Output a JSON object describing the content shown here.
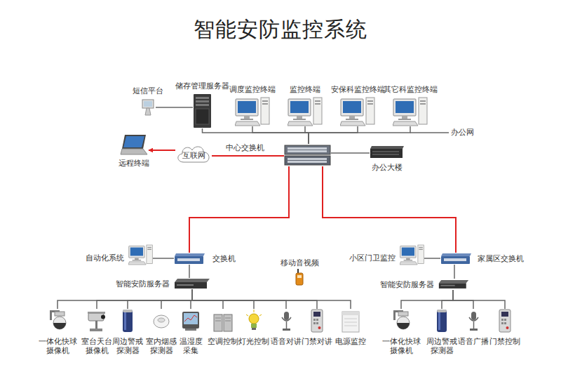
{
  "diagram": {
    "title": "智能安防监控系统",
    "nodes": [
      {
        "text": [
          "短信平台"
        ]
      },
      {
        "text": [
          "储存管理服务器"
        ]
      },
      {
        "text": [
          "调度监控终端"
        ]
      },
      {
        "text": [
          "监控终端"
        ]
      },
      {
        "text": [
          "安保科监控终端"
        ]
      },
      {
        "text": [
          "其它科监控终端"
        ]
      },
      {
        "text": [
          "远程终端"
        ]
      },
      {
        "text": [
          "互联网"
        ]
      },
      {
        "text": [
          "中心交换机"
        ]
      },
      {
        "text": [
          "办公大楼"
        ]
      },
      {
        "text": [
          "自动化系统"
        ]
      },
      {
        "text": [
          "交换机"
        ]
      },
      {
        "text": [
          "移动音视频"
        ]
      },
      {
        "text": [
          "智能安防服务器"
        ]
      },
      {
        "text": [
          "一体化快球 摄像机"
        ]
      },
      {
        "text": [
          "室台天台 摄像机"
        ]
      },
      {
        "text": [
          "周边警戒 探测器"
        ]
      },
      {
        "text": [
          "室内烟感 探测器"
        ]
      },
      {
        "text": [
          "温湿度 采集"
        ]
      },
      {
        "text": [
          "空调控制"
        ]
      },
      {
        "text": [
          "灯光控制"
        ]
      },
      {
        "text": [
          "语音对讲"
        ]
      },
      {
        "text": [
          "门禁对讲"
        ]
      },
      {
        "text": [
          "电源监控"
        ]
      },
      {
        "text": [
          "小区门卫监控"
        ]
      },
      {
        "text": [
          "家属区交换机"
        ]
      },
      {
        "text": [
          "智能安防服务器"
        ]
      },
      {
        "text": [
          "一体化快球 摄像机"
        ]
      },
      {
        "text": [
          "周边警戒 探测器"
        ]
      },
      {
        "text": [
          "语音广播"
        ]
      },
      {
        "text": [
          "门禁控制"
        ]
      }
    ],
    "edges": [
      {
        "from": 0,
        "to": 1,
        "arrow": "none"
      },
      {
        "from": 1,
        "to": 8,
        "arrow": "none"
      },
      {
        "from": 2,
        "to": 8,
        "arrow": "none"
      },
      {
        "from": 3,
        "to": 8,
        "arrow": "none"
      },
      {
        "from": 4,
        "to": 8,
        "arrow": "none"
      },
      {
        "from": 5,
        "to": 8,
        "arrow": "none"
      },
      {
        "from": 8,
        "to": 7,
        "arrow": "none"
      },
      {
        "from": 7,
        "to": 6,
        "arrow": "to"
      },
      {
        "from": 9,
        "to": 8,
        "arrow": "none"
      },
      {
        "from": 8,
        "to": 11,
        "arrow": "none"
      },
      {
        "from": 8,
        "to": 25,
        "arrow": "none"
      },
      {
        "from": 10,
        "to": 11,
        "arrow": "none"
      },
      {
        "from": 11,
        "to": 13,
        "arrow": "none"
      },
      {
        "from": 13,
        "to": 14,
        "arrow": "none"
      },
      {
        "from": 13,
        "to": 15,
        "arrow": "none"
      },
      {
        "from": 13,
        "to": 16,
        "arrow": "none"
      },
      {
        "from": 13,
        "to": 17,
        "arrow": "none"
      },
      {
        "from": 13,
        "to": 18,
        "arrow": "none"
      },
      {
        "from": 13,
        "to": 19,
        "arrow": "none"
      },
      {
        "from": 13,
        "to": 20,
        "arrow": "none"
      },
      {
        "from": 13,
        "to": 21,
        "arrow": "none"
      },
      {
        "from": 13,
        "to": 22,
        "arrow": "none"
      },
      {
        "from": 13,
        "to": 23,
        "arrow": "none"
      },
      {
        "from": 24,
        "to": 25,
        "arrow": "none"
      },
      {
        "from": 25,
        "to": 26,
        "arrow": "none"
      },
      {
        "from": 26,
        "to": 27,
        "arrow": "none"
      },
      {
        "from": 26,
        "to": 28,
        "arrow": "none"
      },
      {
        "from": 26,
        "to": 29,
        "arrow": "none"
      },
      {
        "from": 26,
        "to": 30,
        "arrow": "none"
      }
    ],
    "labels": [
      "办公网"
    ]
  }
}
